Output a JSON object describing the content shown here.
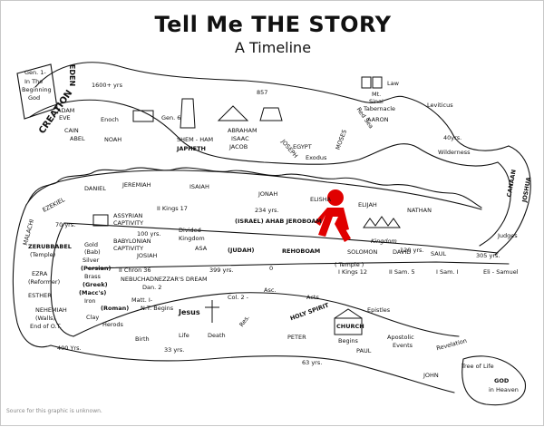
{
  "header": {
    "title": "Tell Me THE STORY",
    "subtitle": "A Timeline"
  },
  "footer": {
    "source_note": "Source for this graphic is unknown."
  },
  "labels": {
    "gen1": "Gen. 1-",
    "in_the_beginning": "In The",
    "beginning": "Beginning",
    "god": "God",
    "creation": "CREATION",
    "eden": "EDEN",
    "adam": "ADAM",
    "eve": "EVE",
    "cain": "CAIN",
    "abel": "ABEL",
    "yrs1600": "1600+ yrs",
    "enoch": "Enoch",
    "noah": "NOAH",
    "gen6": "Gen. 6",
    "shem_ham": "SHEM - HAM",
    "japheth": "JAPHETH",
    "abraham": "ABRAHAM",
    "isaac": "ISAAC",
    "jacob": "JACOB",
    "n857": "857",
    "egypt": "EGYPT",
    "joseph": "JOSEPH",
    "moses": "MOSES",
    "exodus": "Exodus",
    "red_sea": "Red Sea",
    "mt_sinai": "Mt.",
    "sinai": "Sinai",
    "tabernacle": "Tabernacle",
    "aaron": "AARON",
    "law": "Law",
    "leviticus": "Leviticus",
    "yrs40": "40yrs.",
    "wilderness": "Wilderness",
    "canaan": "CANAAN",
    "joshua": "JOSHUA",
    "judges": "Judges",
    "ezekiel": "EZEKIEL",
    "daniel": "DANIEL",
    "jeremiah": "JEREMIAH",
    "isaiah": "ISAIAH",
    "jonah": "JONAH",
    "elisha": "ELISHA",
    "elijah": "ELIJAH",
    "nathan": "NATHAN",
    "ii_kings_17": "II Kings 17",
    "assyrian": "ASSYRIAN",
    "captivity": "CAPTIVITY",
    "yrs234": "234 yrs.",
    "yrs70": "70 yrs.",
    "yrs100": "100 yrs.",
    "divided": "Divided",
    "kingdom": "Kingdom",
    "israel_ahab": "(ISRAEL) AHAB JEROBOAM",
    "kingdom2": "Kingdom",
    "yrs120": "120 yrs.",
    "yrs305": "305 yrs.",
    "gold": "Gold",
    "babylon": "(Bab)",
    "silver": "Silver",
    "persian": "(Persian)",
    "brass": "Brass",
    "greek": "(Greek)",
    "maccs": "(Macc's)",
    "iron": "Iron",
    "roman": "(Roman)",
    "clay": "Clay",
    "zerubbabel": "ZERUBBABEL",
    "temple": "(Temple)",
    "babylonian": "BABYLONIAN",
    "captivity2": "CAPTIVITY",
    "josiah": "JOSIAH",
    "asa": "ASA",
    "judah": "(JUDAH)",
    "rehoboam": "REHOBOAM",
    "solomon": "SOLOMON",
    "david": "DAVID",
    "saul": "SAUL",
    "eli_samuel": "Eli - Samuel",
    "ezra": "EZRA",
    "reformer": "(Reformer)",
    "esther": "ESTHER",
    "nehemiah": "NEHEMIAH",
    "walls": "(Walls)",
    "ii_chron_36": "II Chron 36",
    "yrs399": "399 yrs.",
    "zero": "0",
    "temple2": "( Temple )",
    "i_kings_12": "I Kings 12",
    "ii_sam_5": "II Sam. 5",
    "i_sam_1": "I Sam. I",
    "malachi": "MALACHI",
    "end_ot": "End of O.T.",
    "yrs400": "400 Yrs.",
    "nebuchadnezzar": "NEBUCHADNEZZAR'S DREAM",
    "dan2": "Dan. 2",
    "matt1": "Matt. I-",
    "nt_begins": "N.T. Begins",
    "herods": "Herods",
    "birth": "Birth",
    "jesus": "Jesus",
    "life": "Life",
    "col2": "Col. 2 -",
    "death": "Death",
    "res": "Res.",
    "yrs33": "33 yrs.",
    "asc": "Asc.",
    "acts": "Acts",
    "holy_spirit": "HOLY SPIRIT",
    "church": "CHURCH",
    "begins": "Begins",
    "epistles": "Epistles",
    "peter": "PETER",
    "paul": "PAUL",
    "apostolic": "Apostolic",
    "events": "Events",
    "yrs63": "63 yrs.",
    "revelation": "Revelation",
    "john": "JOHN",
    "tree_of_life": "Tree of Life",
    "god_in_heaven": "GOD",
    "in_heaven": "in Heaven"
  },
  "colors": {
    "ink": "#111111",
    "walker": "#e00000",
    "note": "#888888"
  }
}
